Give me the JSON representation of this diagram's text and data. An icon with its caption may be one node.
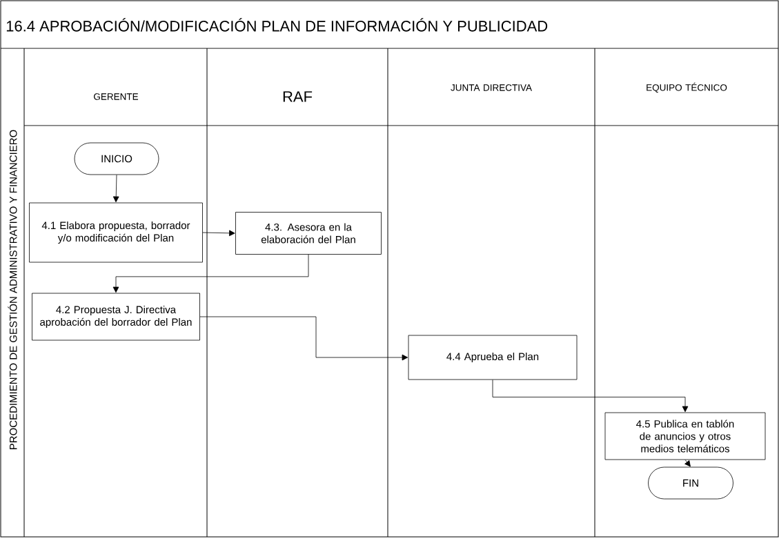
{
  "diagram": {
    "title": "16.4 APROBACIÓN/MODIFICACIÓN PLAN DE INFORMACIÓN Y PUBLICIDAD",
    "nodes": [
      {
        "text": [
          "INICIO"
        ]
      },
      {
        "text": [
          "4.1 Elabora propuesta, borrador y/o modificación del Plan"
        ]
      },
      {
        "text": [
          "4.3. Asesora en la elaboración del Plan"
        ]
      },
      {
        "text": [
          "4.2 Propuesta J. Directiva aprobación del borrador del Plan"
        ]
      },
      {
        "text": [
          "4.4 Aprueba el  Plan"
        ]
      },
      {
        "text": [
          "4.5 Publica en tablón de anuncios y otros medios telemáticos"
        ]
      },
      {
        "text": [
          "FIN"
        ]
      }
    ],
    "edges": [
      {
        "from": 0,
        "to": 1,
        "arrow": "to"
      },
      {
        "from": 1,
        "to": 2,
        "arrow": "to"
      },
      {
        "from": 2,
        "to": 3,
        "arrow": "to"
      },
      {
        "from": 3,
        "to": 4,
        "arrow": "to"
      },
      {
        "from": 4,
        "to": 5,
        "arrow": "to"
      },
      {
        "from": 5,
        "to": 6,
        "arrow": "to"
      }
    ],
    "labels": [
      "PROCEDIMIENTO DE GESTIÓN ADMINISTRATIVO Y FINANCIERO",
      "GERENTE",
      "RAF",
      "JUNTA DIRECTIVA",
      "EQUIPO TÉCNICO"
    ]
  }
}
